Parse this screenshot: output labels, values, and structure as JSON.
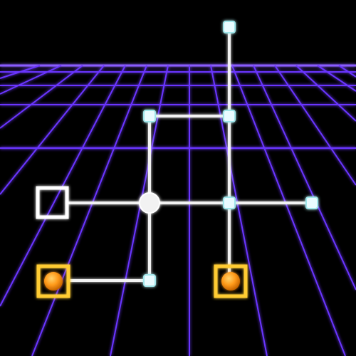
{
  "colors": {
    "background": "#000000",
    "grid": "#6a35ff",
    "grid_glow": "#8a5cff",
    "path": "#f2f2f2",
    "node_fill": "#e9fbff",
    "node_edge": "#9fe6ea",
    "start_fill": "#ffffff",
    "goal_frame": "#ffcc33",
    "goal_ball": "#ff9a1a",
    "goal_ball_highlight": "#ffd36b"
  },
  "puzzle": {
    "style": "neon-grid",
    "start_marker": "hollow-square",
    "intersection_marker": "circle",
    "goal_marker": "gold-framed-orb",
    "goal_count": 2
  }
}
